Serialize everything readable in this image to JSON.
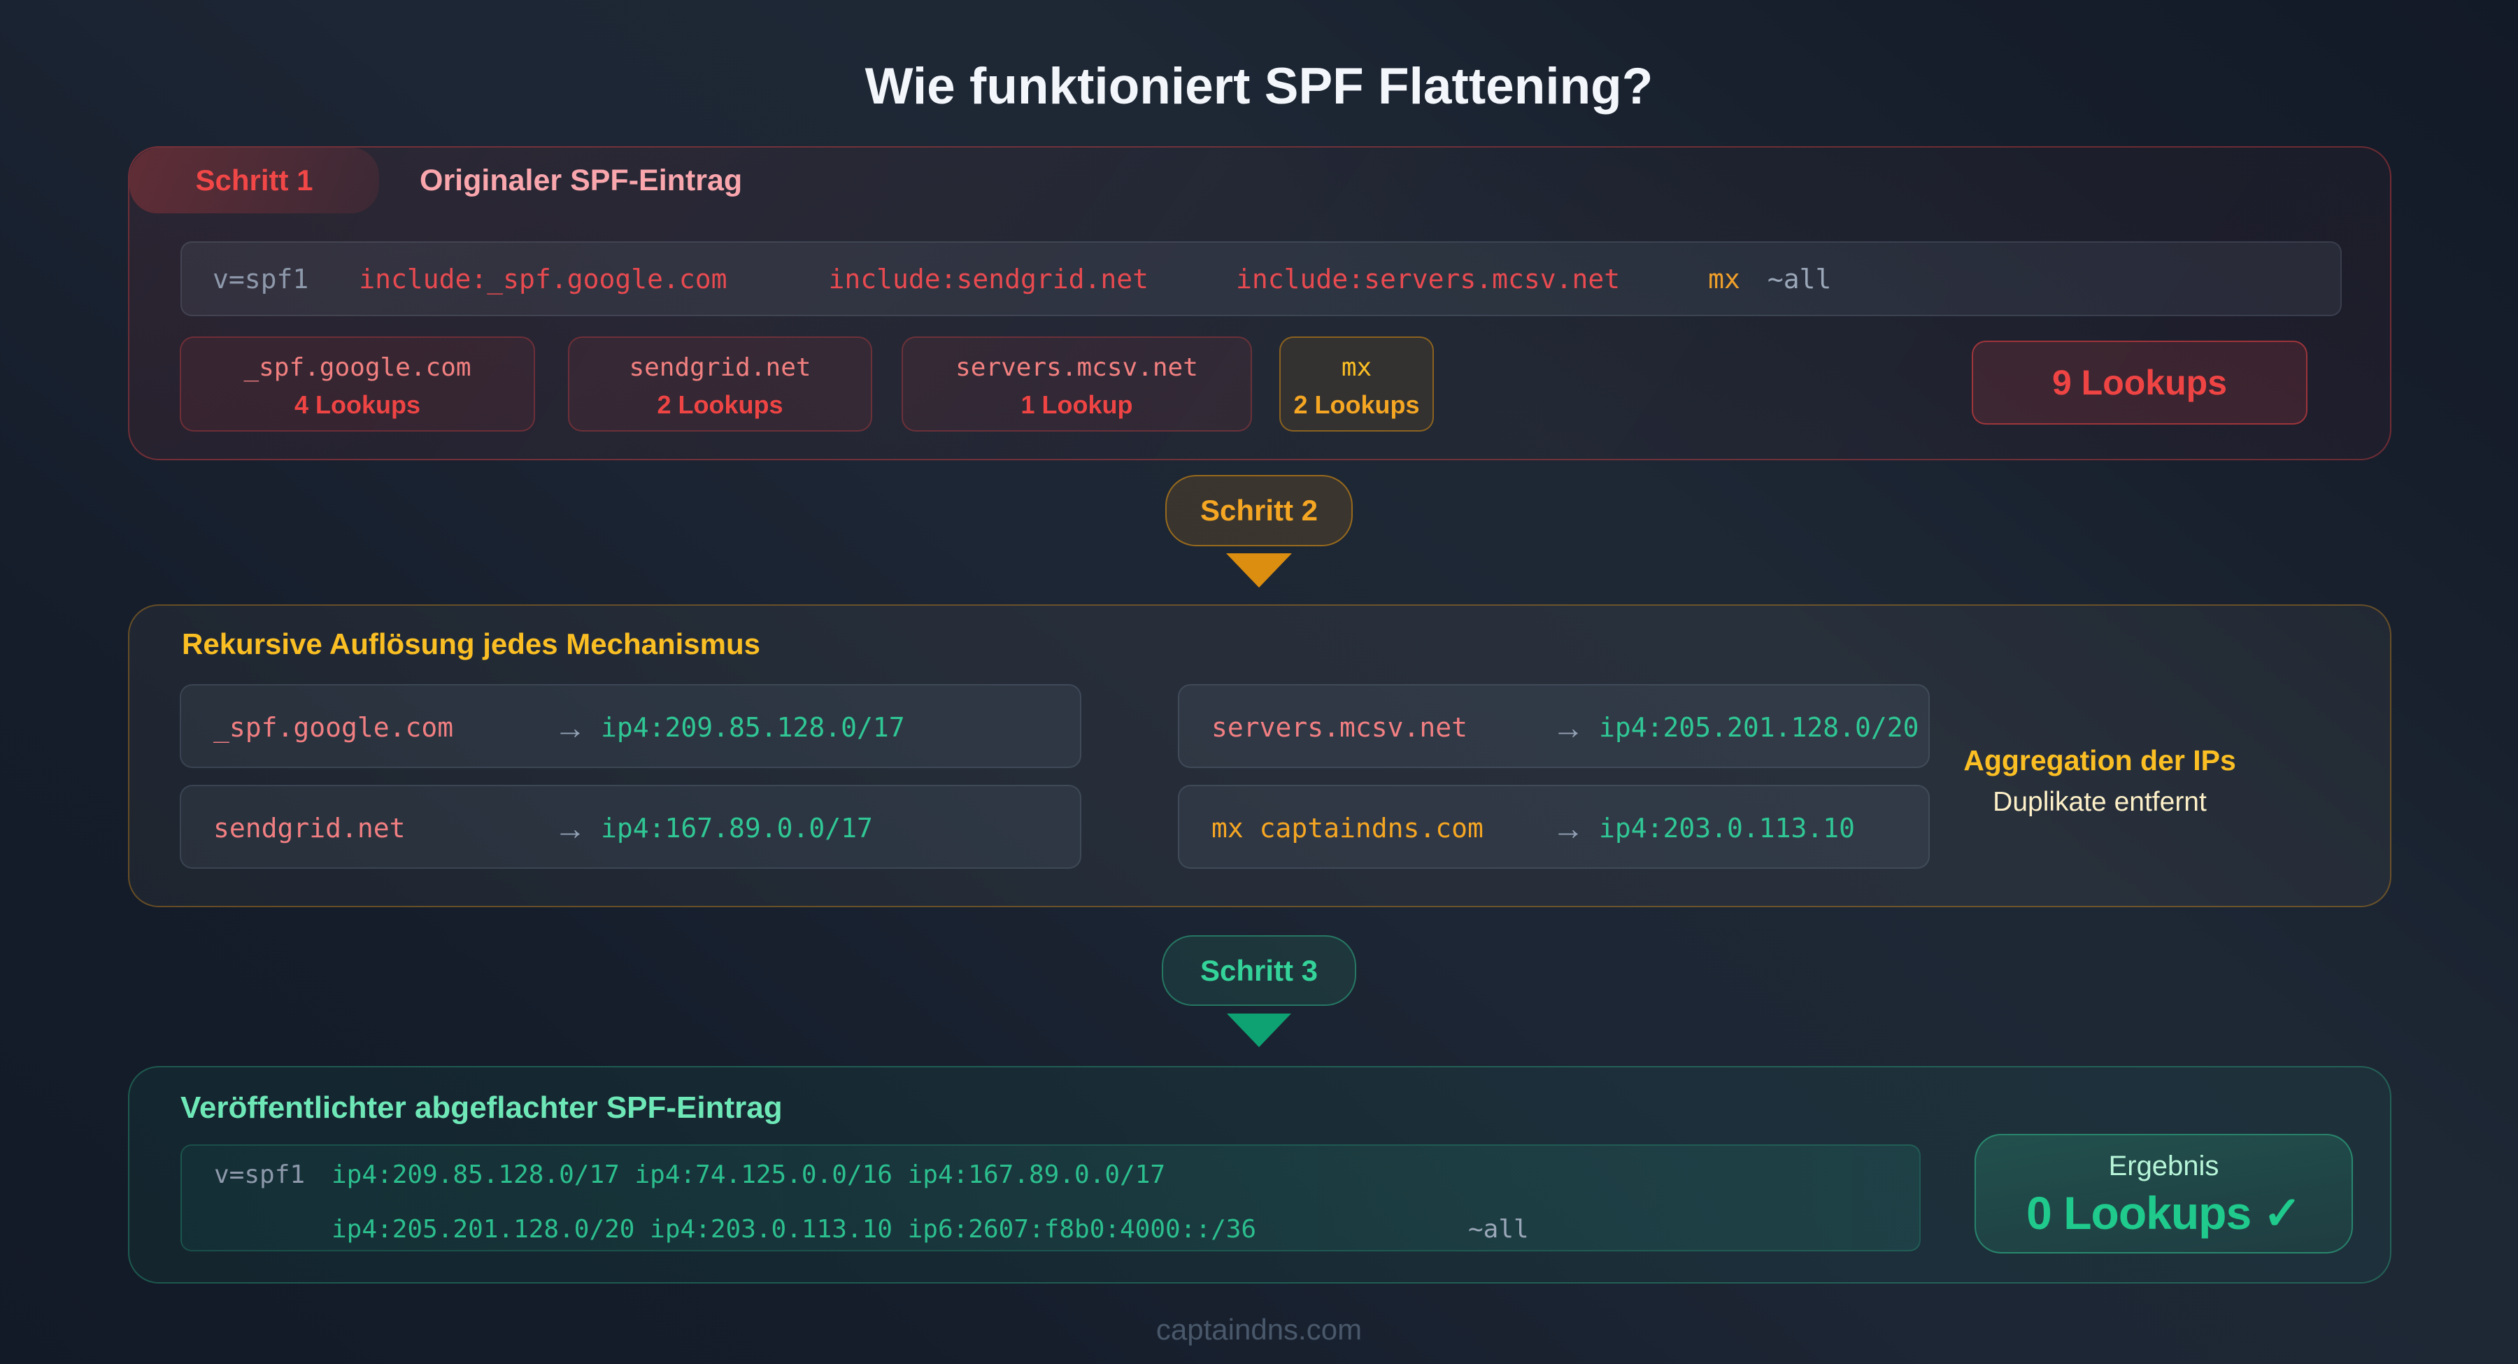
{
  "title": "Wie funktioniert SPF Flattening?",
  "footer": "captaindns.com",
  "colors": {
    "background": "#131a27",
    "red": "#ef4444",
    "rose_light": "#f9a6ad",
    "amber": "#f5a623",
    "amber_light": "#fbbf24",
    "cream": "#fdf0c8",
    "emerald": "#34d399",
    "emerald_bright": "#1fca8c",
    "mint_light": "#6fe8b8",
    "slate": "#8d99ab",
    "white": "#f3f6fa"
  },
  "step1": {
    "badge": "Schritt 1",
    "heading": "Originaler SPF-Eintrag",
    "record": {
      "version": "v=spf1",
      "include_google": "include:_spf.google.com",
      "include_sendgrid": "include:sendgrid.net",
      "include_mcsv": "include:servers.mcsv.net",
      "mx": "mx",
      "all": "~all"
    },
    "chips": [
      {
        "domain": "_spf.google.com",
        "lookups": "4 Lookups"
      },
      {
        "domain": "sendgrid.net",
        "lookups": "2 Lookups"
      },
      {
        "domain": "servers.mcsv.net",
        "lookups": "1 Lookup"
      },
      {
        "domain": "mx",
        "lookups": "2 Lookups"
      }
    ],
    "total": "9 Lookups"
  },
  "step2": {
    "badge": "Schritt 2",
    "heading": "Rekursive Auflösung jedes Mechanismus",
    "resolutions": [
      {
        "source": "_spf.google.com",
        "arrow": "→",
        "result": "ip4:209.85.128.0/17"
      },
      {
        "source": "servers.mcsv.net",
        "arrow": "→",
        "result": "ip4:205.201.128.0/20"
      },
      {
        "source": "sendgrid.net",
        "arrow": "→",
        "result": "ip4:167.89.0.0/17"
      },
      {
        "source": "mx captaindns.com",
        "arrow": "→",
        "result": "ip4:203.0.113.10"
      }
    ],
    "aggregation_title": "Aggregation der IPs",
    "aggregation_sub": "Duplikate entfernt"
  },
  "step3": {
    "badge": "Schritt 3",
    "heading": "Veröffentlichter abgeflachter SPF-Eintrag",
    "record": {
      "version": "v=spf1",
      "line1": "ip4:209.85.128.0/17 ip4:74.125.0.0/16 ip4:167.89.0.0/17",
      "line2": "ip4:205.201.128.0/20 ip4:203.0.113.10 ip6:2607:f8b0:4000::/36",
      "all": "~all"
    },
    "result_label": "Ergebnis",
    "result_value": "0 Lookups ✓"
  }
}
